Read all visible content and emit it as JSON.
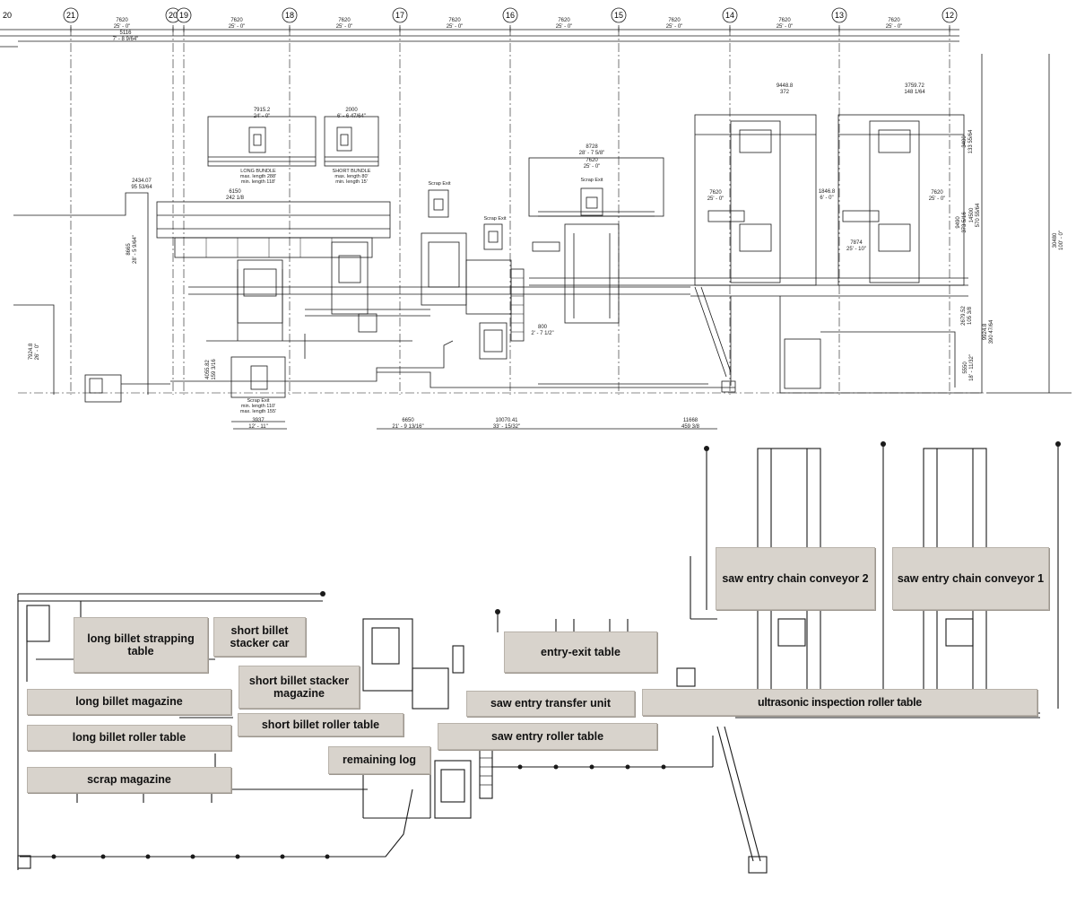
{
  "grid_bubbles": [
    "21",
    "20",
    "19",
    "18",
    "17",
    "16",
    "15",
    "14",
    "13",
    "12"
  ],
  "grid_edge_partial": "20",
  "bay_dims": [
    {
      "mm": "7620",
      "ftin": "25' - 0\""
    }
  ],
  "top_dims": {
    "d1": {
      "mm": "5116",
      "ftin": "7' - 8 9/64\""
    },
    "d2": {
      "mm": "7915.2",
      "ftin": "24' - 0\""
    },
    "d3": {
      "mm": "2000",
      "ftin": "6' - 6 47/64\""
    },
    "d4": {
      "mm": "6150",
      "ftin": "242 1/8"
    },
    "d5": {
      "mm": "2434.07",
      "ftin": "95 53/64"
    },
    "d6": {
      "mm": "8728",
      "ftin": "28' - 7 5/8\""
    },
    "d7": {
      "mm": "7620",
      "ftin": "25' - 0\""
    },
    "d8": {
      "mm": "9448.8",
      "ftin": "372"
    },
    "d9": {
      "mm": "3759.72",
      "ftin": "148 1/64"
    },
    "d10": {
      "mm": "7620",
      "ftin": "25' - 0\""
    },
    "d11": {
      "mm": "1846.8",
      "ftin": "6' - 0\""
    },
    "d12": {
      "mm": "7620",
      "ftin": "25' - 0\""
    },
    "d13": {
      "mm": "7874",
      "ftin": "25' - 10\""
    },
    "d14": {
      "mm": "800",
      "ftin": "2' - 7 1/2\""
    },
    "d15": {
      "mm": "6650",
      "ftin": "21' - 9 13/16\""
    },
    "d16": {
      "mm": "10070.41",
      "ftin": "33' - 15/32\""
    },
    "d17": {
      "mm": "11668",
      "ftin": "459 3/8"
    },
    "d18": {
      "mm": "3937",
      "ftin": "12' - 11\""
    }
  },
  "vertical_dims": {
    "v1": {
      "mm": "8665",
      "ftin": "28' - 5 9/64\""
    },
    "v2": {
      "mm": "7924.8",
      "ftin": "26' - 0\""
    },
    "v3": {
      "mm": "4055.82",
      "ftin": "159 3/16"
    },
    "v4": {
      "mm": "3400",
      "ftin": "133 55/64"
    },
    "v5": {
      "mm": "14500",
      "ftin": "570 55/64"
    },
    "v6": {
      "mm": "9490",
      "ftin": "373 5/16"
    },
    "v7": {
      "mm": "30480",
      "ftin": "100' - 0\""
    },
    "v8": {
      "mm": "2679.52",
      "ftin": "105 3/8"
    },
    "v9": {
      "mm": "9924.8",
      "ftin": "390 47/64"
    },
    "v10": {
      "mm": "5550",
      "ftin": "18' - 11/32\""
    }
  },
  "notes": {
    "long_bundle": [
      "LONG BUNDLE",
      "max. length 288'",
      "min. length 118'"
    ],
    "short_bundle": [
      "SHORT BUNDLE",
      "max. length 80'",
      "min. length 15'"
    ],
    "scrap_exit_top": [
      "Scrap Exit"
    ],
    "scrap_exit_mid": [
      "Scrap Exit"
    ],
    "scrap_exit_right": [
      "Scrap Exit"
    ],
    "scrap_exit_bottom": [
      "Scrap Exit",
      "min. length 110'",
      "max. length 155'"
    ]
  },
  "labels": {
    "long_billet_strapping_table": "long billet strapping table",
    "short_billet_stacker_car": "short billet stacker car",
    "short_billet_stacker_magazine": "short billet stacker magazine",
    "long_billet_magazine": "long billet magazine",
    "long_billet_roller_table": "long billet roller table",
    "short_billet_roller_table": "short billet roller table",
    "scrap_magazine": "scrap magazine",
    "remaining_log": "remaining log",
    "entry_exit_table": "entry-exit table",
    "saw_entry_transfer_unit": "saw entry transfer unit",
    "saw_entry_roller_table": "saw entry roller table",
    "ultrasonic_inspection_roller_table": "ultrasonic inspection roller table",
    "saw_entry_chain_conveyor_2": "saw entry chain conveyor 2",
    "saw_entry_chain_conveyor_1": "saw entry chain conveyor 1"
  },
  "colors": {
    "label_fill": "#d8d3cc",
    "line": "#1a1a1a"
  }
}
